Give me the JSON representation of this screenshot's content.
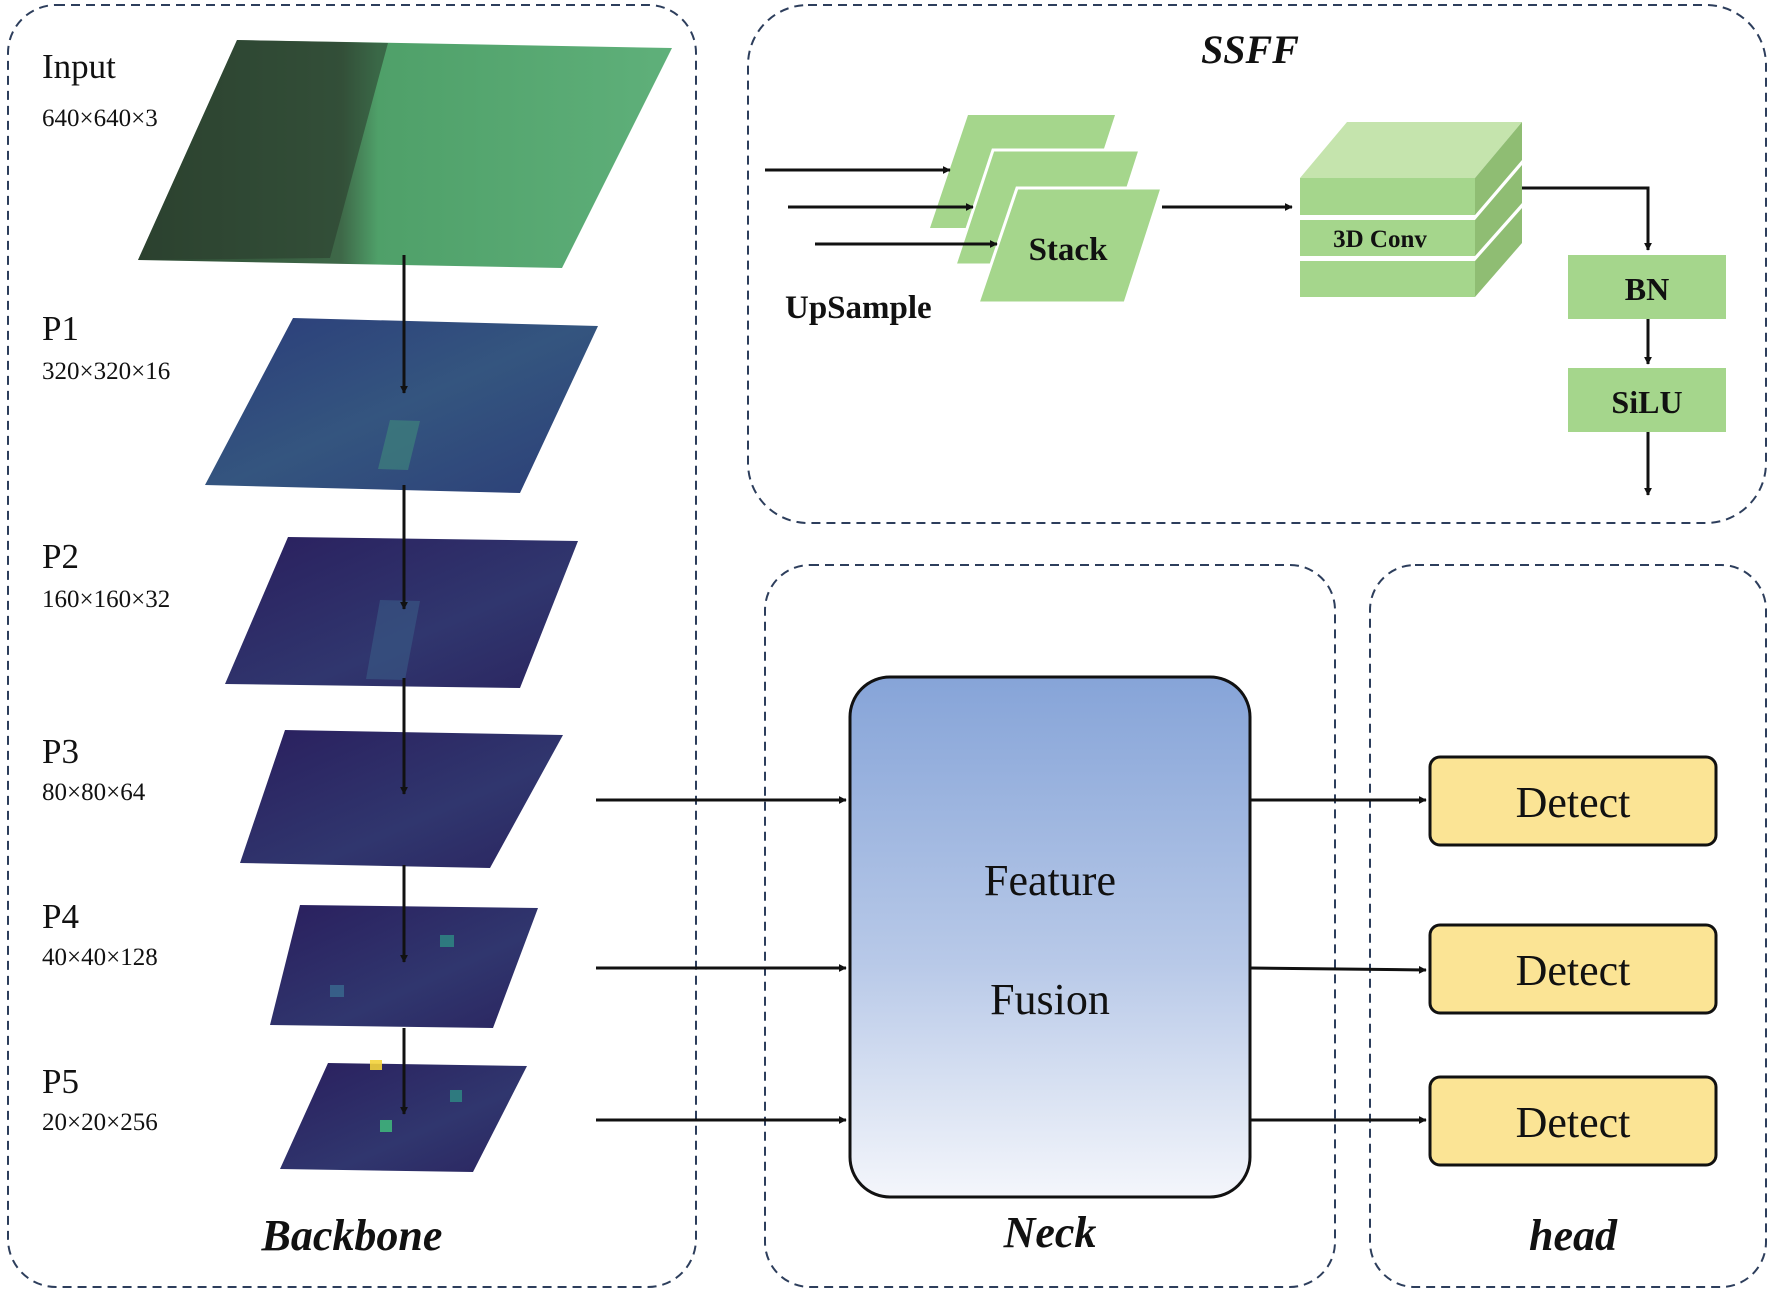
{
  "colors": {
    "frame_dash": "#2d3e5c",
    "green_fill": "#a5d68c",
    "green_light": "#c5e4ad",
    "green_dark": "#8fbd73",
    "fusion_top": "#86a4d8",
    "fusion_bottom": "#f4f6fb",
    "detect_fill": "#fbe495",
    "arrow": "#111111"
  },
  "backbone": {
    "title": "Backbone",
    "layers": [
      {
        "name": "Input",
        "dims": "640×640×3",
        "icon": "sonar-image-green"
      },
      {
        "name": "P1",
        "dims": "320×320×16",
        "icon": "feature-map"
      },
      {
        "name": "P2",
        "dims": "160×160×32",
        "icon": "feature-map"
      },
      {
        "name": "P3",
        "dims": "80×80×64",
        "icon": "feature-map"
      },
      {
        "name": "P4",
        "dims": "40×40×128",
        "icon": "feature-map"
      },
      {
        "name": "P5",
        "dims": "20×20×256",
        "icon": "feature-map"
      }
    ]
  },
  "ssff": {
    "title": "SSFF",
    "upsample_label": "UpSample",
    "stack_label": "Stack",
    "conv_label": "3D Conv",
    "bn_label": "BN",
    "silu_label": "SiLU"
  },
  "neck": {
    "title": "Neck",
    "fusion_line1": "Feature",
    "fusion_line2": "Fusion"
  },
  "head": {
    "title": "head",
    "detect_labels": [
      "Detect",
      "Detect",
      "Detect"
    ]
  }
}
